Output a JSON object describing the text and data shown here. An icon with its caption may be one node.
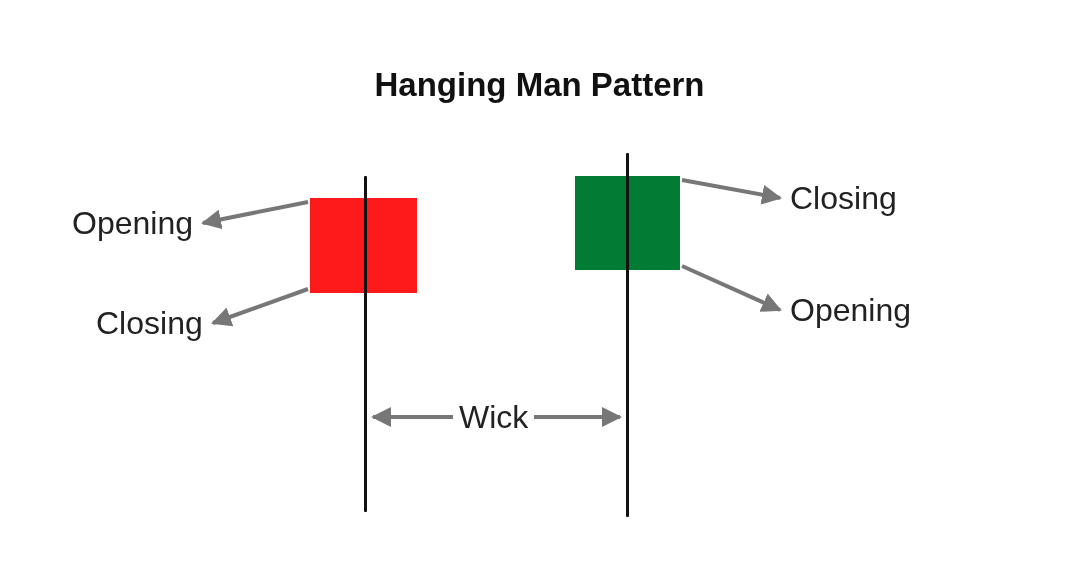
{
  "diagram": {
    "title": "Hanging Man Pattern",
    "nodes": [
      {
        "text": [
          "Opening"
        ]
      },
      {
        "text": [],
        "shape": "box"
      },
      {
        "text": [
          "Closing"
        ]
      },
      {
        "text": [],
        "shape": "bar"
      },
      {
        "text": [],
        "shape": "box"
      },
      {
        "text": [
          "Closing"
        ]
      },
      {
        "text": [
          "Opening"
        ]
      },
      {
        "text": [],
        "shape": "bar"
      },
      {
        "text": [
          "Wick"
        ]
      }
    ],
    "edges": [
      {
        "from": 1,
        "to": 0,
        "arrow": "to"
      },
      {
        "from": 1,
        "to": 2,
        "arrow": "to"
      },
      {
        "from": 4,
        "to": 5,
        "arrow": "to"
      },
      {
        "from": 4,
        "to": 6,
        "arrow": "to"
      },
      {
        "from": 8,
        "to": 3,
        "arrow": "to"
      },
      {
        "from": 8,
        "to": 7,
        "arrow": "to"
      }
    ]
  }
}
